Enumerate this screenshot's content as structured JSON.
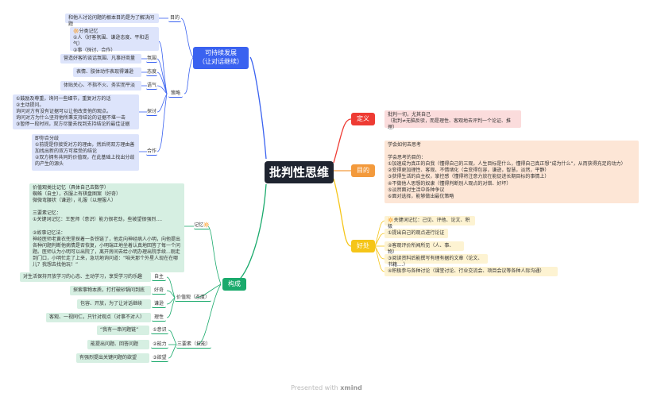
{
  "center": "批判性思维",
  "colors": {
    "blue": "#3a62f0",
    "green": "#1aaa6c",
    "red": "#ee3b33",
    "orange": "#f39a3c",
    "yellow": "#f5c518"
  },
  "sustain": {
    "title": "可持续发展\n（让对话继续）",
    "goal_label": "目的",
    "goal_text": "和他人讨论问题的根本目的是为了解决问题",
    "strategy_label": "策略",
    "record_text": "🔆分类记忆\n①人（好客氛围、谦逊态度、平和语气）\n②事（探讨、合作）",
    "atmosphere_label": "氛围",
    "atmosphere_text": "营造好客的谈话氛围、凡事好商量",
    "attitude_label": "态度",
    "attitude_text": "表情、肢体动作表现得谦逊",
    "tone_label": "语气",
    "tone_text": "体贴关心、不指不火、务实而平淡",
    "explore_label": "探讨",
    "explore_text": "①鼓励及尊重，询问一些细节，重复对方的话\n②主动提问。\n询问对方有没有证据可以让他改变他的观点。\n询问对方为什么坚持他所秉支持结论的证据不堪一击\n③暂停一段时间，双方尽量去找到支持结论的最佳证据",
    "coop_label": "合作",
    "coop_text": "即你合分歧\n①前提是你接受对方的理由，然后将双方理由善\n加找出新的双方可接受的结论\n②双方拥有共同的价值观，在此基础上找出分歧\n的产生的源头"
  },
  "compose": {
    "title": "构成",
    "memory_label": "记忆🔆",
    "memory_text": "价值观类比记忆（具体自己去数学）\n蜘蛛（自主），衣服上有棋盘图案（好奇）\n微微弯腰状（谦逊），礼服（以理服人）\n\n三要素记忆：\n①关键词记忆：王医师（意识）能力很老劲，些被望很强烈....\n\n②故事记忆法：\n神经医师老黄衣兜里探着一条铁链了，他走向神经病人小明，向他提出各种问题判断他病情是否恢复，小明端正地坐着认真地回答了每一个问题。医师认为小明可以出院了，离开房间去给小明办理出院手续...刚走到门口，小明忙走了上来，急切地询问道：“咱天那个外星人现在在哪儿？我想去找他玩！”",
    "values_label": "价值观（态度）",
    "values": [
      {
        "label": "自主",
        "text": "对生活保持开放学习的心态、主动学习，享受学习的乐趣"
      },
      {
        "label": "好奇",
        "text": "探索事物本质，打打破砂锅问到底"
      },
      {
        "label": "谦逊",
        "text": "包容、开放，为了让对话继续"
      },
      {
        "label": "理性",
        "text": "客观、一视同仁，只针对观点（对事不对人）"
      }
    ],
    "elements_label": "三要素（技能）",
    "elements": [
      {
        "label": "①意识",
        "text": "“我有一串问题链”"
      },
      {
        "label": "②能力",
        "text": "能提出问题、回答问题"
      },
      {
        "label": "③欲望",
        "text": "有强烈提出关键问题的欲望"
      }
    ]
  },
  "definition": {
    "title": "定义",
    "text": "批判一切，尤其自己\n（批判≠无脑反驳，而是理性、客观地去评判一个论证、推理）"
  },
  "purpose": {
    "title": "目的",
    "text": "学会如何去思考\n\n学会思考的目的：\n①加速成为真正的自我（懂得自己的三观，人生目标是什么，懂得自己真正想“成为什么”，从而获得充足的动力）\n②变得更加理性、客观、不情绪化（会变得包容，谦逊，智慧，淡然，平静）\n③获得生活的自主权，掌控感（懂得将注意力放在能促进长期目标的事情上）\n④不做他人思想的奴隶（懂得判断别人观点的对错、好坏）\n⑤淡然面对生活中各种争议\n⑥面对选择，能够做出最优策略"
  },
  "benefit": {
    "title": "好处",
    "items": [
      "🔆关键词记忆：己见、评他、论文、积极",
      "①提出自己的观点进行论证",
      "②客观评价所闻所见（人、事、物）",
      "③阅读资料后能撰写有理有据的文章（论文、书籍....）",
      "④积极参与各种讨论（课堂讨论、行业交流会、项目会议等各种人际沟通）"
    ]
  },
  "footer": {
    "prefix": "Presented with",
    "brand": "xmind"
  }
}
